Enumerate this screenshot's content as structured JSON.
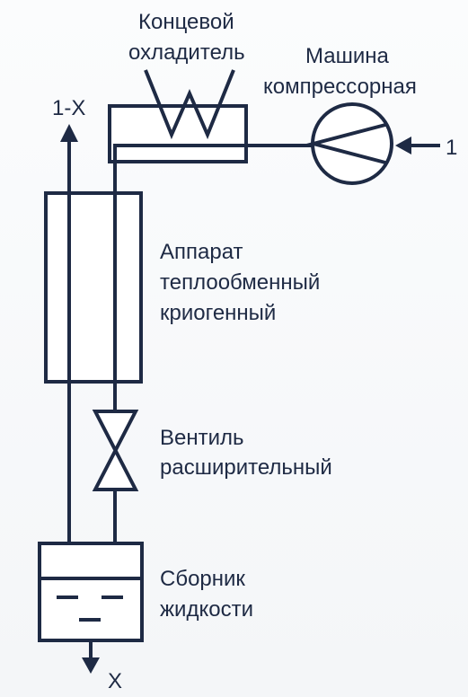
{
  "labels": {
    "aftercooler_line1": "Концевой",
    "aftercooler_line2": "охладитель",
    "compressor_line1": "Машина",
    "compressor_line2": "компрессорная",
    "inlet": "1",
    "outlet_gas": "1-X",
    "hx_line1": "Аппарат",
    "hx_line2": "теплообменный",
    "hx_line3": "криогенный",
    "valve_line1": "Вентиль",
    "valve_line2": "расширительный",
    "collector_line1": "Сборник",
    "collector_line2": "жидкости",
    "outlet_liquid": "X"
  },
  "colors": {
    "line": "#1e2a44",
    "background": "#f6f8fa"
  }
}
